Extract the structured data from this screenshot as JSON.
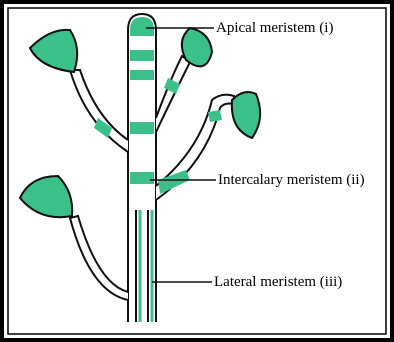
{
  "colors": {
    "meristem": "#3cc08a",
    "leaf": "#3cc08a",
    "outline": "#111111",
    "frame": "#000000",
    "background": "#ffffff"
  },
  "labels": {
    "apical": "Apical meristem (i)",
    "intercalary": "Intercalary meristem (ii)",
    "lateral": "Lateral meristem (iii)"
  }
}
